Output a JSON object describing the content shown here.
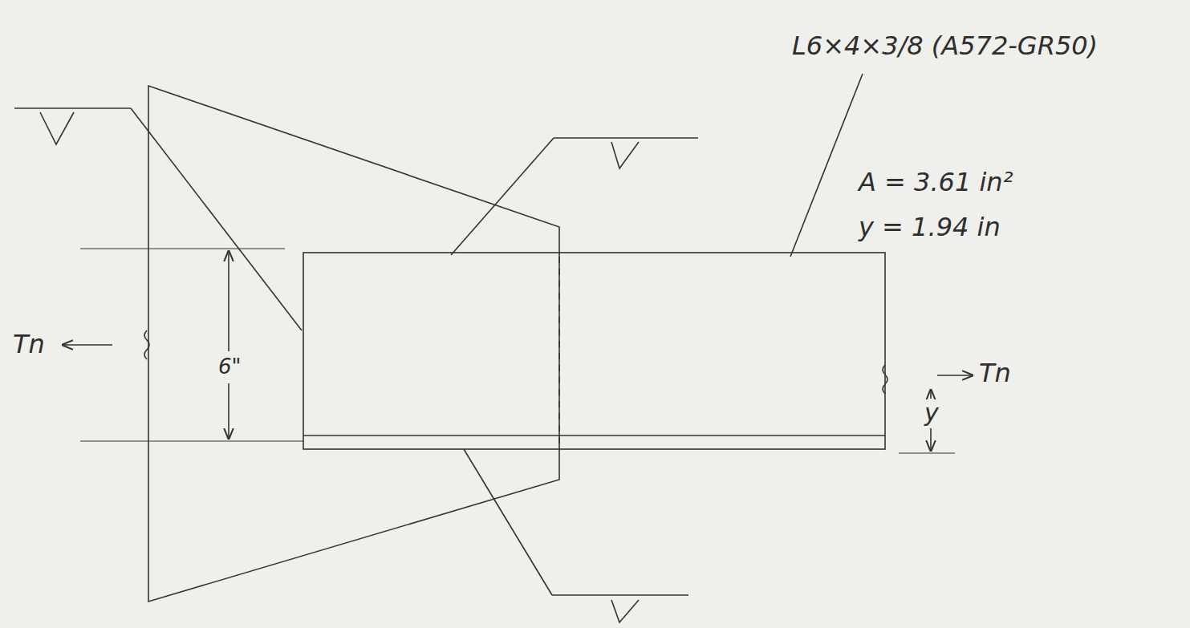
{
  "diagram": {
    "labels": [
      "L6×4×3/8 (A572-GR50)",
      "A = 3.61 in²",
      "y = 1.94 in",
      "Tn",
      "6\"",
      "Tn",
      "y"
    ]
  }
}
